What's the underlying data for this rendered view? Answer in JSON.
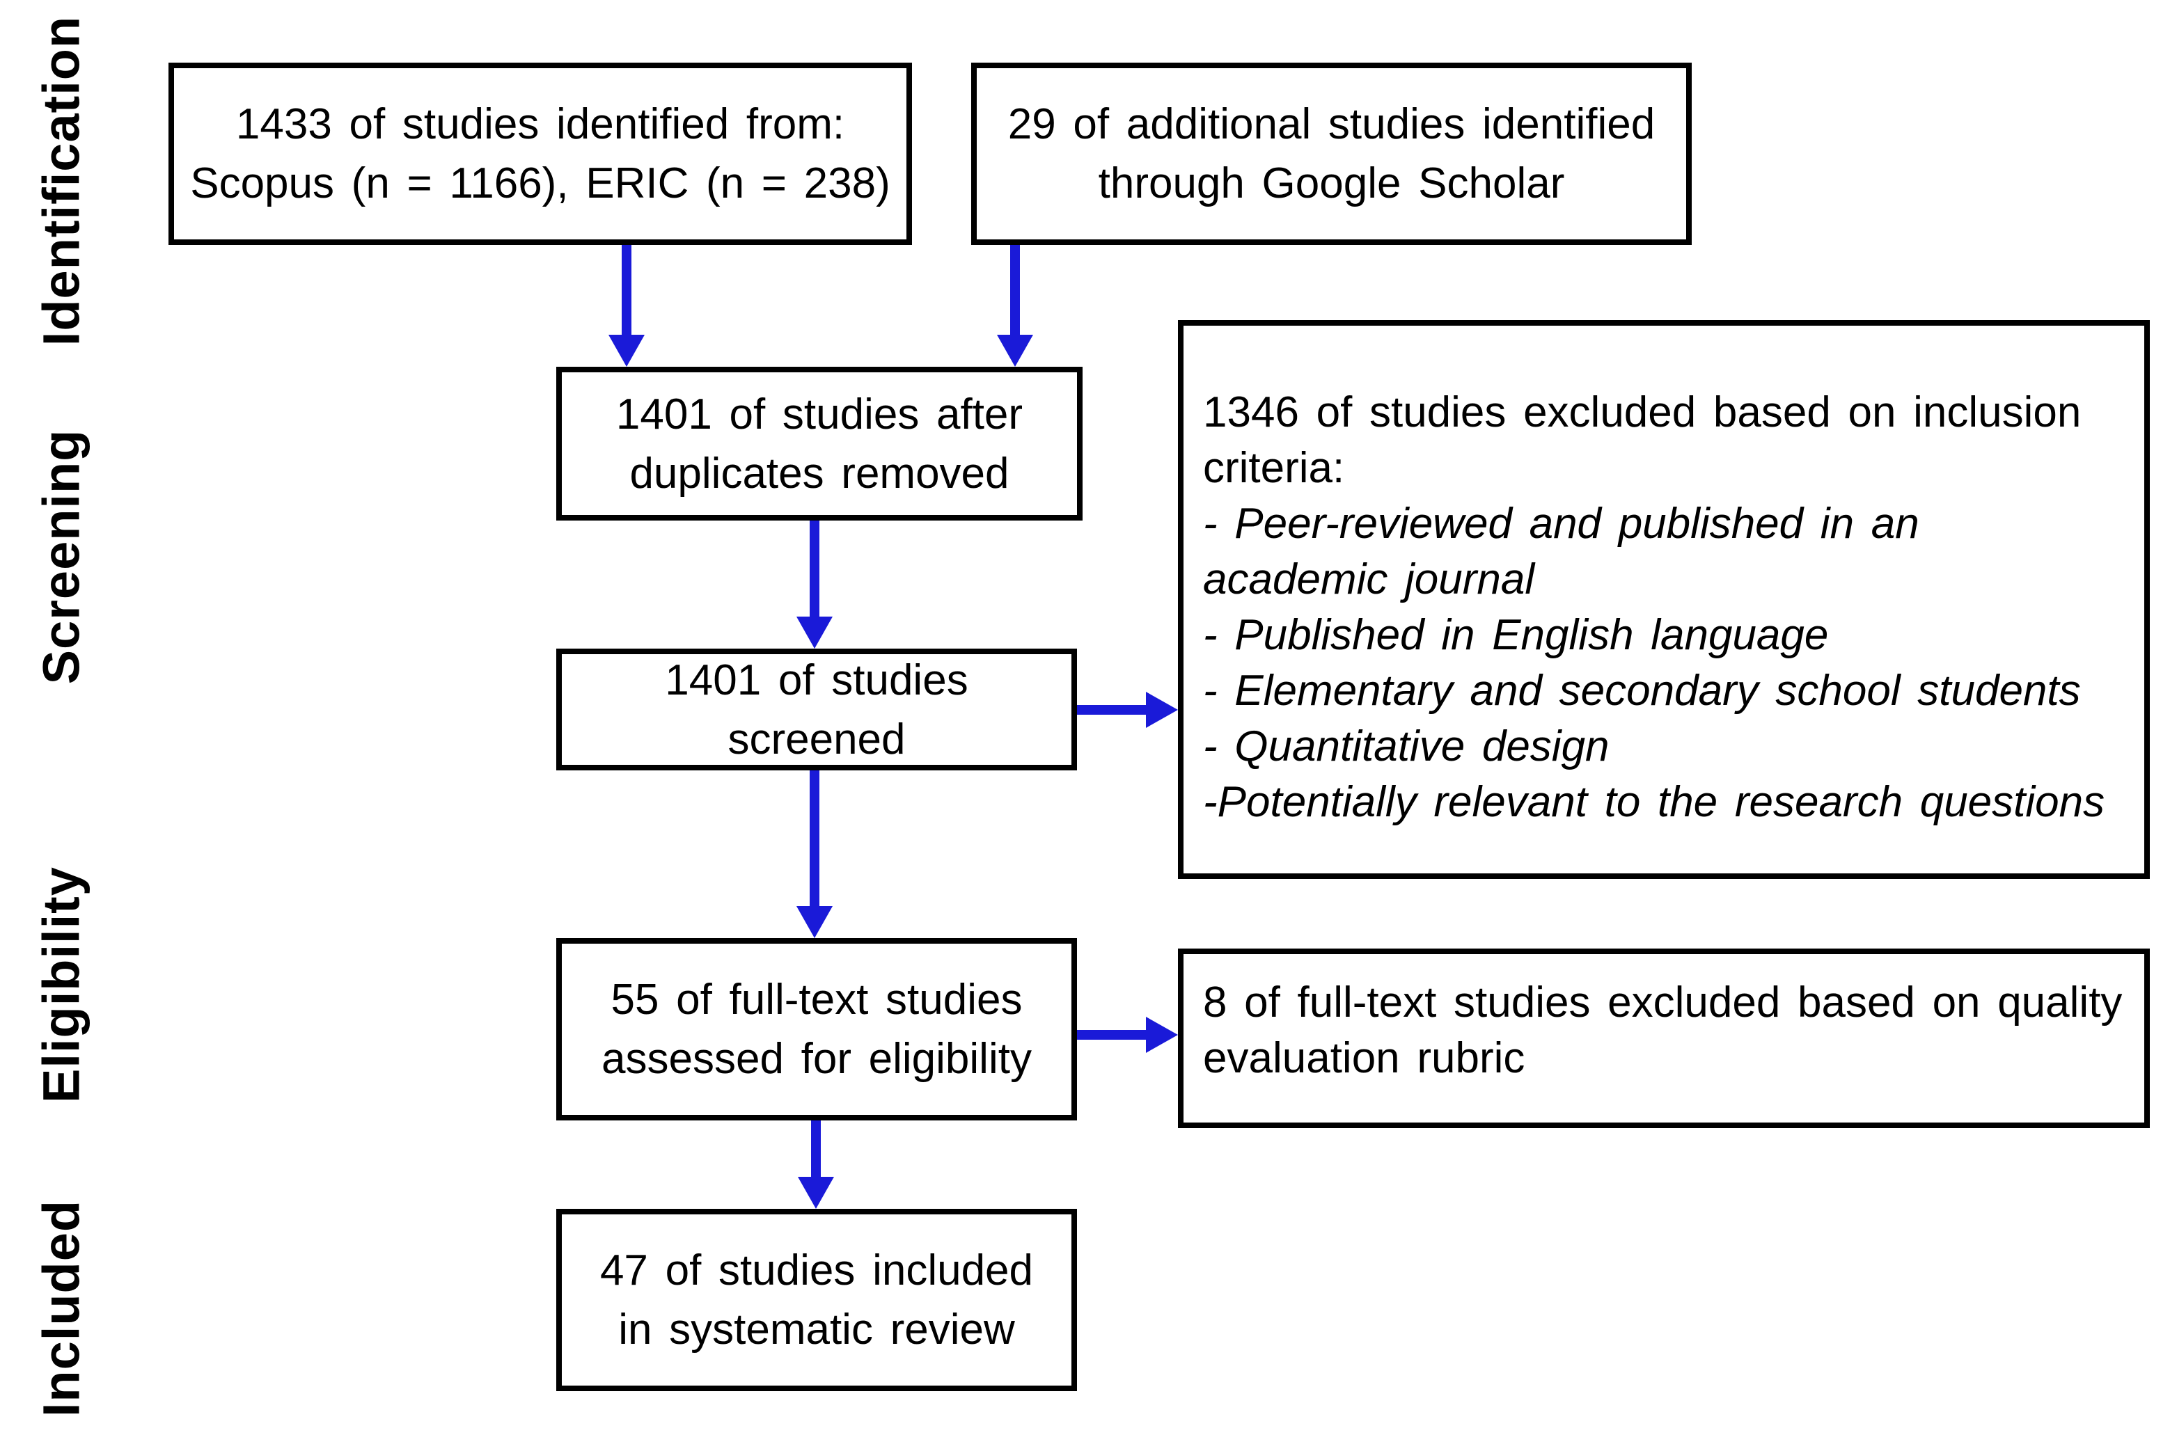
{
  "palette": {
    "arrow_blue": "#1A1AD8",
    "border_black": "#000000",
    "background": "#FFFFFF",
    "text_black": "#000000"
  },
  "stage_labels": {
    "identification": "Identification",
    "screening": "Screening",
    "eligibility": "Eligibility",
    "included": "Included"
  },
  "boxes": {
    "identified": {
      "line1": "1433 of studies identified from:",
      "line2": "Scopus (n = 1166), ERIC (n = 238)"
    },
    "additional": {
      "line1": "29 of additional studies identified",
      "line2": "through Google Scholar"
    },
    "deduplicated": {
      "line1": "1401 of studies after",
      "line2": "duplicates removed"
    },
    "screened": {
      "line1": "1401 of studies",
      "line2": "screened"
    },
    "excluded_inclusion": {
      "lines": [
        "1346 of studies excluded based on inclusion",
        "criteria:",
        "- Peer-reviewed and published in an",
        "academic journal",
        "- Published in English language",
        "- Elementary and secondary school students",
        "- Quantitative design",
        "-Potentially relevant to the research questions"
      ]
    },
    "fulltext": {
      "line1": "55 of full-text studies",
      "line2": "assessed for eligibility"
    },
    "excluded_quality": {
      "line1": "8 of full-text studies excluded based on quality",
      "line2": "evaluation rubric"
    },
    "included_final": {
      "line1": "47 of studies included",
      "line2": "in systematic review"
    }
  }
}
